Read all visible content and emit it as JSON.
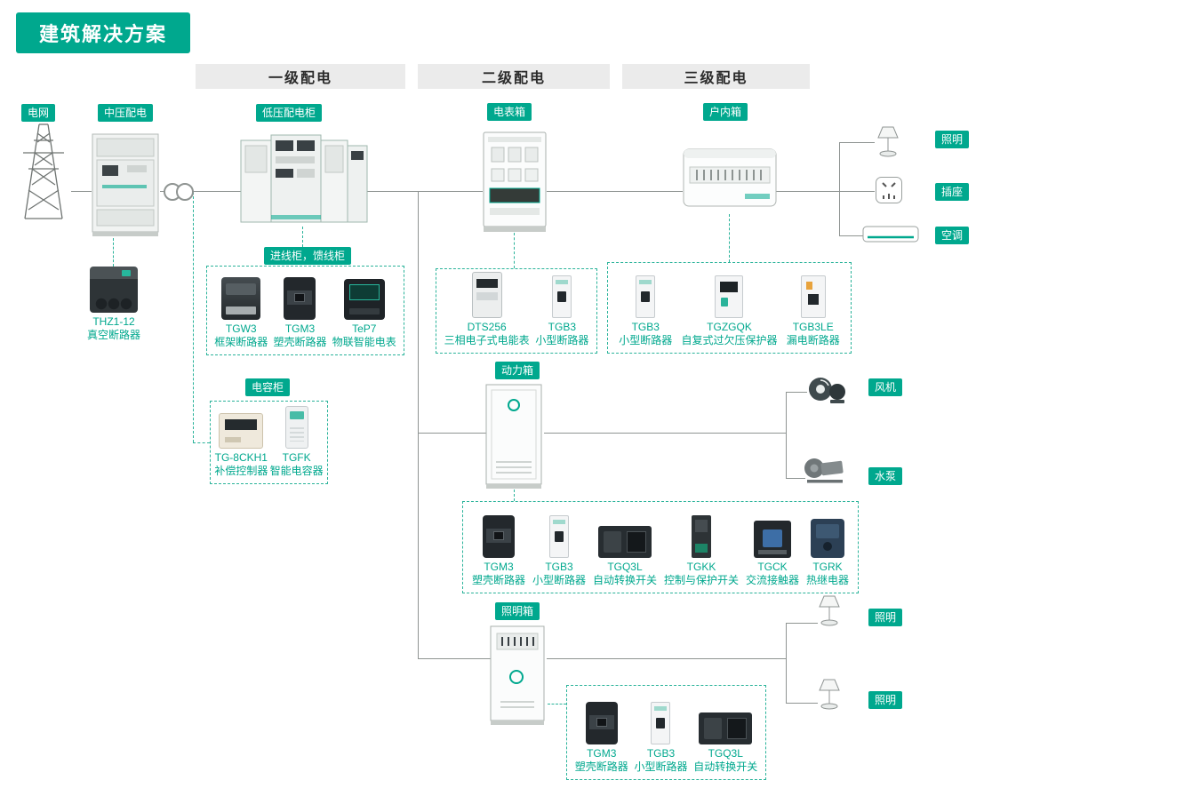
{
  "colors": {
    "accent": "#00A88E"
  },
  "title": "建筑解决方案",
  "sections": {
    "primary": "一级配电",
    "secondary": "二级配电",
    "tertiary": "三级配电"
  },
  "labels": {
    "grid": "电网",
    "mv": "中压配电",
    "lv_cabinet": "低压配电柜",
    "meter_box": "电表箱",
    "indoor_box": "户内箱",
    "incoming_feeder": "进线柜，馈线柜",
    "capacitor_cabinet": "电容柜",
    "power_box": "动力箱",
    "lighting_box": "照明箱",
    "lighting_1": "照明",
    "socket": "插座",
    "ac": "空调",
    "fan": "风机",
    "pump": "水泵",
    "lighting_2": "照明",
    "lighting_3": "照明"
  },
  "standalone": {
    "name": "THZ1-12",
    "desc": "真空断路器"
  },
  "groups": {
    "incoming": [
      {
        "name": "TGW3",
        "desc": "框架断路器"
      },
      {
        "name": "TGM3",
        "desc": "塑壳断路器"
      },
      {
        "name": "TeP7",
        "desc": "物联智能电表"
      }
    ],
    "capacitor": [
      {
        "name": "TG-8CKH1",
        "desc": "补偿控制器"
      },
      {
        "name": "TGFK",
        "desc": "智能电容器"
      }
    ],
    "meter": [
      {
        "name": "DTS256",
        "desc": "三相电子式电能表"
      },
      {
        "name": "TGB3",
        "desc": "小型断路器"
      }
    ],
    "indoor": [
      {
        "name": "TGB3",
        "desc": "小型断路器"
      },
      {
        "name": "TGZGQK",
        "desc": "自复式过欠压保护器"
      },
      {
        "name": "TGB3LE",
        "desc": "漏电断路器"
      }
    ],
    "power": [
      {
        "name": "TGM3",
        "desc": "塑壳断路器"
      },
      {
        "name": "TGB3",
        "desc": "小型断路器"
      },
      {
        "name": "TGQ3L",
        "desc": "自动转换开关"
      },
      {
        "name": "TGKK",
        "desc": "控制与保护开关"
      },
      {
        "name": "TGCK",
        "desc": "交流接触器"
      },
      {
        "name": "TGRK",
        "desc": "热继电器"
      }
    ],
    "lighting": [
      {
        "name": "TGM3",
        "desc": "塑壳断路器"
      },
      {
        "name": "TGB3",
        "desc": "小型断路器"
      },
      {
        "name": "TGQ3L",
        "desc": "自动转换开关"
      }
    ]
  }
}
